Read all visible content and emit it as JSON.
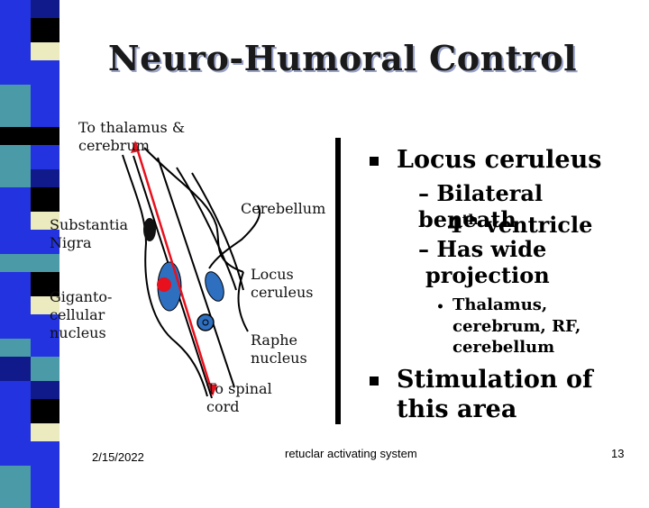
{
  "slide": {
    "title": "Neuro-Humoral Control",
    "stripe_colors": {
      "blue": "#2433e0",
      "black": "#000000",
      "teal": "#4a9aa8",
      "cream": "#ecebc0",
      "navy": "#101a8a"
    }
  },
  "diagram": {
    "labels": {
      "thalamus": "To thalamus & cerebrum",
      "cerebellum": "Cerebellum",
      "substantia": "Substantia Nigra",
      "giganto": "Giganto-cellular nucleus",
      "locus": "Locus ceruleus",
      "raphe": "Raphe nucleus",
      "spinal": "To spinal cord"
    },
    "colors": {
      "red_path": "#e8101c",
      "nucleus_blue": "#2e6fc0"
    }
  },
  "bullets": {
    "item1": "Locus ceruleus",
    "item1_sub1_line1": "– Bilateral beneath",
    "item1_sub1_line2_pre": "4",
    "item1_sub1_line2_sup": "th",
    "item1_sub1_line2_post": " ventricle",
    "item1_sub2_line1": "– Has wide",
    "item1_sub2_line2": "projection",
    "item1_subsub_bullet": "•",
    "item1_subsub_line1": "Thalamus,",
    "item1_subsub_line2": "cerebrum, RF,",
    "item1_subsub_line3": "cerebellum",
    "item2_line1": "Stimulation of",
    "item2_line2": "this area"
  },
  "footer": {
    "date": "2/15/2022",
    "caption": "retuclar activating system",
    "page": "13"
  }
}
